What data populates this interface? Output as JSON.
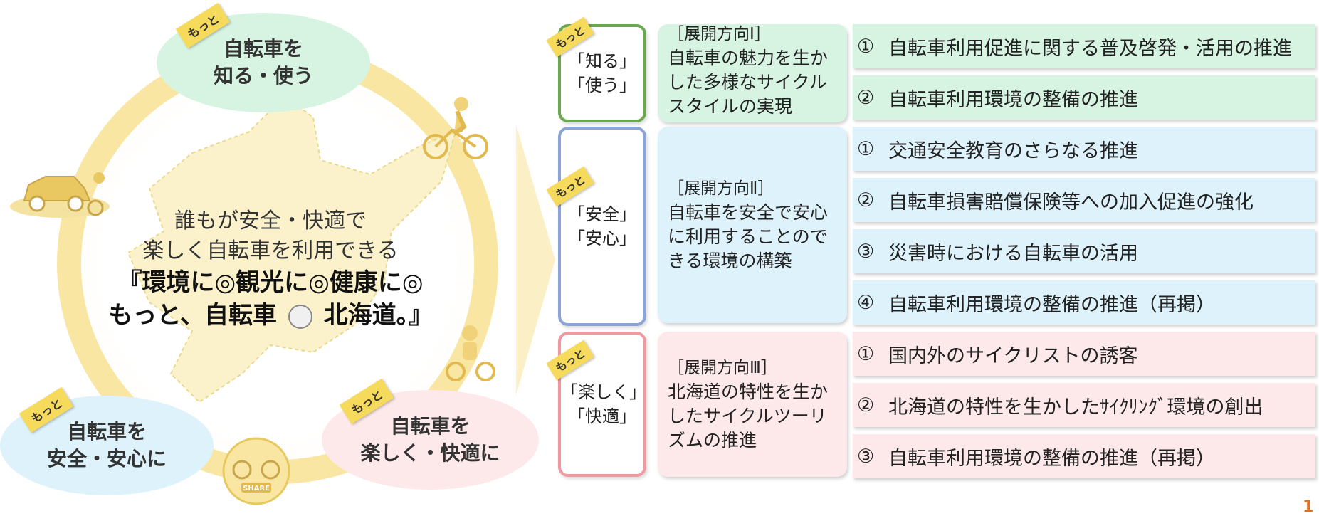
{
  "cycle": {
    "motto_tag": "もっと",
    "bubbles": {
      "know": [
        "自転車を",
        "知る・使う"
      ],
      "safe": [
        "自転車を",
        "安全・安心に"
      ],
      "fun": [
        "自転車を",
        "楽しく・快適に"
      ]
    },
    "center": {
      "line1": "誰もが安全・快適で",
      "line2": "楽しく自転車を利用できる",
      "slogan1": "『環境に◎観光に◎健康に◎",
      "slogan2a": "もっと、自転車",
      "slogan2b": "北海道。』"
    }
  },
  "categories": [
    {
      "lines": [
        "「知る」",
        "「使う」"
      ],
      "color": "#6aa84f"
    },
    {
      "lines": [
        "「安全」",
        "「安心」"
      ],
      "color": "#8aa4d8"
    },
    {
      "lines": [
        "「楽しく」",
        "「快適」"
      ],
      "color": "#f09aa0"
    }
  ],
  "directions": [
    {
      "head": "［展開方向Ⅰ］",
      "lines": [
        "自転車の魅力を生か",
        "した多様なサイクル",
        "スタイルの実現"
      ]
    },
    {
      "head": "［展開方向Ⅱ］",
      "lines": [
        "自転車を安全で安心",
        "に利用することので",
        "きる環境の構築"
      ]
    },
    {
      "head": "［展開方向Ⅲ］",
      "lines": [
        "北海道の特性を生か",
        "したサイクルツーリ",
        "ズムの推進"
      ]
    }
  ],
  "items": [
    {
      "num": "①",
      "text": "自転車利用促進に関する普及啓発・活用の推進"
    },
    {
      "num": "②",
      "text": "自転車利用環境の整備の推進"
    },
    {
      "num": "①",
      "text": "交通安全教育のさらなる推進"
    },
    {
      "num": "②",
      "text": "自転車損害賠償保険等への加入促進の強化"
    },
    {
      "num": "③",
      "text": "災害時における自転車の活用"
    },
    {
      "num": "④",
      "text": "自転車利用環境の整備の推進（再掲）"
    },
    {
      "num": "①",
      "text": "国内外のサイクリストの誘客"
    },
    {
      "num": "②",
      "text": "北海道の特性を生かしたｻｲｸﾘﾝｸﾞ環境の創出"
    },
    {
      "num": "③",
      "text": "自転車利用環境の整備の推進（再掲）"
    }
  ],
  "page_number": "1",
  "colors": {
    "green": "#d7f4e3",
    "blue": "#def2fb",
    "pink": "#fde9ea",
    "ring": "#f9e6a3",
    "tag": "#f6da5c"
  }
}
